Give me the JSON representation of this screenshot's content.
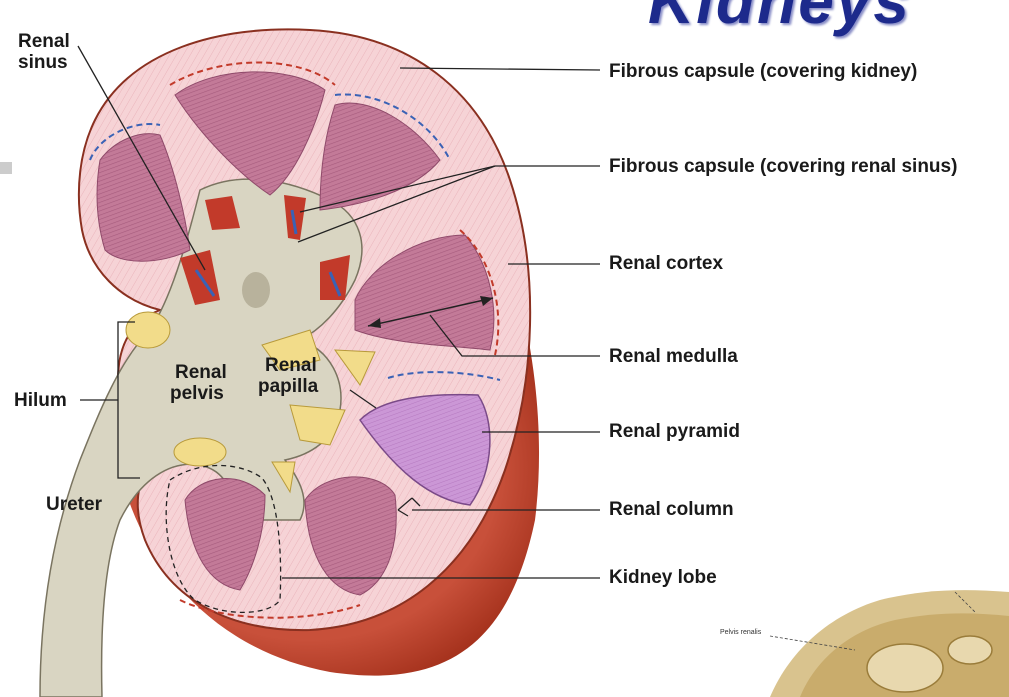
{
  "title": "Kidneys",
  "labels": {
    "renal_sinus_1": "Renal",
    "renal_sinus_2": "sinus",
    "hilum": "Hilum",
    "ureter": "Ureter",
    "renal_pelvis_1": "Renal",
    "renal_pelvis_2": "pelvis",
    "renal_papilla_1": "Renal",
    "renal_papilla_2": "papilla",
    "fibrous_capsule_kidney": "Fibrous capsule (covering kidney)",
    "fibrous_capsule_sinus": "Fibrous capsule (covering renal sinus)",
    "renal_cortex": "Renal cortex",
    "renal_medulla": "Renal medulla",
    "renal_pyramid": "Renal pyramid",
    "renal_column": "Renal column",
    "kidney_lobe": "Kidney lobe"
  },
  "inset": {
    "label": "Pelvis renalis"
  },
  "colors": {
    "title": "#1d2a8c",
    "cortex": "#f4c9cf",
    "medulla": "#c97a98",
    "pyramid_highlight": "#c98fd0",
    "sinus": "#d9d5c2",
    "fat": "#f2dc8a",
    "capsule_outer": "#b73a20",
    "leader_line": "#222222"
  }
}
